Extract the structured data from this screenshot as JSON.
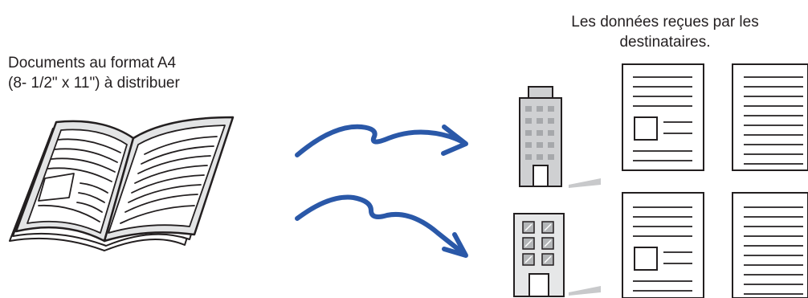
{
  "source": {
    "caption_line1": "Documents au format A4",
    "caption_line2": "(8- 1/2\" x 11\") à distribuer"
  },
  "destination": {
    "caption_line1": "Les données reçues par les",
    "caption_line2": "destinataires."
  },
  "icons": {
    "source": "open-book-icon",
    "flow": "curved-arrow-icon",
    "recipient_large": "office-building-icon",
    "recipient_small": "small-building-icon",
    "page_with_image": "document-page-icon",
    "page_text": "text-page-icon"
  },
  "colors": {
    "arrow": "#2a58a8",
    "line": "#231f20",
    "building_fill": "#cfd0d2",
    "building_window": "#a6a8ab",
    "book_page": "#e3e4e5",
    "shadow": "#c8c9cb"
  }
}
